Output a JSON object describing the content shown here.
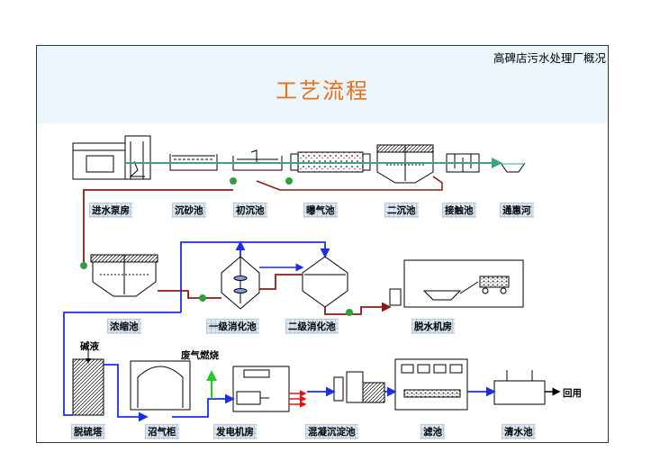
{
  "header": {
    "org_title": "高碑店污水处理厂概况",
    "main_title": "工艺流程"
  },
  "stages": [
    {
      "id": "influent-pump-house",
      "label": "进水泵房"
    },
    {
      "id": "grit-chamber",
      "label": "沉砂池"
    },
    {
      "id": "primary-clarifier",
      "label": "初沉池"
    },
    {
      "id": "aeration-tank",
      "label": "曝气池"
    },
    {
      "id": "secondary-clarifier",
      "label": "二沉池"
    },
    {
      "id": "contact-tank",
      "label": "接触池"
    },
    {
      "id": "tonghui-river",
      "label": "通惠河"
    },
    {
      "id": "thickener",
      "label": "浓缩池"
    },
    {
      "id": "primary-digester",
      "label": "一级消化池"
    },
    {
      "id": "secondary-digester",
      "label": "二级消化池"
    },
    {
      "id": "dewatering-house",
      "label": "脱水机房"
    },
    {
      "id": "desulfurization-tower",
      "label": "脱硫塔"
    },
    {
      "id": "gas-holder",
      "label": "沼气柜"
    },
    {
      "id": "generator-house",
      "label": "发电机房"
    },
    {
      "id": "coagulation-sedimentation",
      "label": "混凝沉淀池"
    },
    {
      "id": "filter",
      "label": "滤池"
    },
    {
      "id": "clear-water-tank",
      "label": "清水池"
    }
  ],
  "annotations": {
    "alkali": "碱液",
    "waste_gas": "废气燃烧",
    "reuse": "回用"
  },
  "colors": {
    "water_line": "#3aa57a",
    "sludge_line": "#8b1a1a",
    "gas_line": "#1a2ee8",
    "heat_arrow": "#e81010",
    "waste_gas_arrow": "#22cc22",
    "title": "#e8701a",
    "pump": "#2fa03a"
  }
}
